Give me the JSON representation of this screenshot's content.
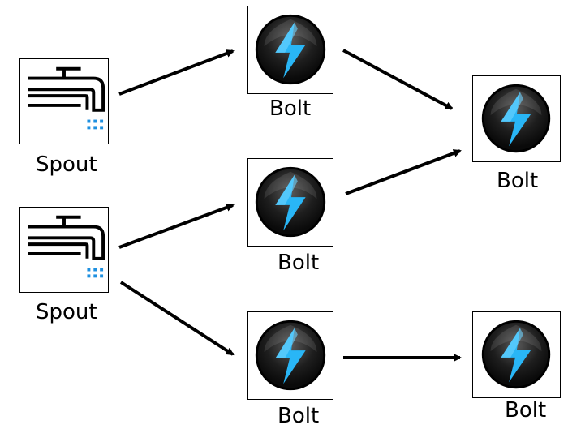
{
  "nodes": [
    {
      "id": "spout1",
      "kind": "spout",
      "label": "Spout"
    },
    {
      "id": "spout2",
      "kind": "spout",
      "label": "Spout"
    },
    {
      "id": "bolt1",
      "kind": "bolt",
      "label": "Bolt"
    },
    {
      "id": "bolt2",
      "kind": "bolt",
      "label": "Bolt"
    },
    {
      "id": "bolt3",
      "kind": "bolt",
      "label": "Bolt"
    },
    {
      "id": "bolt4",
      "kind": "bolt",
      "label": "Bolt"
    },
    {
      "id": "bolt5",
      "kind": "bolt",
      "label": "Bolt"
    }
  ],
  "edges": [
    {
      "from": "spout1",
      "to": "bolt1"
    },
    {
      "from": "spout2",
      "to": "bolt2"
    },
    {
      "from": "spout2",
      "to": "bolt3"
    },
    {
      "from": "bolt1",
      "to": "bolt4"
    },
    {
      "from": "bolt2",
      "to": "bolt4"
    },
    {
      "from": "bolt3",
      "to": "bolt5"
    }
  ],
  "icons": {
    "spout": "faucet-icon",
    "bolt": "lightning-bolt-icon"
  },
  "colors": {
    "stroke": "#000000",
    "water": "#1e90e0",
    "bolt_fill": "#29b6f6",
    "badge_dark": "#1a1a1a"
  }
}
